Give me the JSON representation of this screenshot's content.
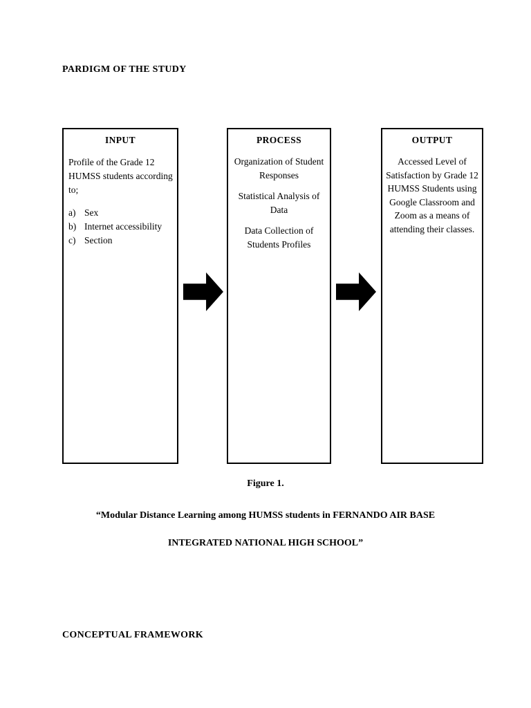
{
  "page": {
    "title": "PARDIGM OF THE STUDY",
    "section_heading": "CONCEPTUAL FRAMEWORK"
  },
  "diagram": {
    "boxes": {
      "input": {
        "title": "INPUT",
        "intro": "Profile of the Grade 12 HUMSS students according to;",
        "items": [
          {
            "marker": "a)",
            "label": "Sex"
          },
          {
            "marker": "b)",
            "label": "Internet accessibility"
          },
          {
            "marker": "c)",
            "label": "Section"
          }
        ]
      },
      "process": {
        "title": "PROCESS",
        "steps": [
          "Organization of Student Responses",
          "Statistical Analysis of Data",
          "Data Collection of Students Profiles"
        ]
      },
      "output": {
        "title": "OUTPUT",
        "description": "Accessed Level of Satisfaction by Grade 12 HUMSS Students using Google Classroom and Zoom as a means of attending their classes."
      }
    },
    "arrows": [
      {
        "name": "input-to-process",
        "direction": "right"
      },
      {
        "name": "process-to-output",
        "direction": "right"
      }
    ],
    "colors": {
      "text": "#000000",
      "background": "#ffffff",
      "box_border": "#000000",
      "arrow": "#000000"
    }
  },
  "caption": {
    "figure_label": "Figure 1.",
    "quote_line1": "“Modular Distance Learning among HUMSS students in FERNANDO AIR BASE",
    "quote_line2": "INTEGRATED NATIONAL HIGH SCHOOL”"
  }
}
